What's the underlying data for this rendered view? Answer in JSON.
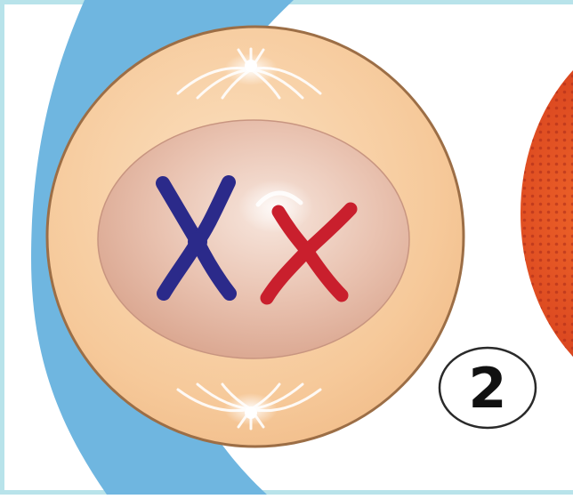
{
  "diagram": {
    "step_number": "2",
    "elements": [
      {
        "name": "cell-membrane",
        "shape": "ellipse"
      },
      {
        "name": "nucleus",
        "shape": "ellipse"
      },
      {
        "name": "chromosome",
        "color": "#2b2a8a"
      },
      {
        "name": "chromosome",
        "color": "#c91f2d"
      },
      {
        "name": "centrosome-top",
        "shape": "aster"
      },
      {
        "name": "centrosome-bottom",
        "shape": "aster"
      },
      {
        "name": "neighbor-cell",
        "color": "#c8361e"
      }
    ],
    "colors": {
      "background": "#ffffff",
      "frame": "#b8e3ea",
      "blue_arc": "#6fb6e0",
      "cytoplasm": "#f6c99a",
      "membrane": "#9c6e46",
      "nucleus": "#e3b5a3",
      "chromosome_blue": "#2b2a8a",
      "chromosome_red": "#c91f2d",
      "neighbor_cell": "#c8361e"
    }
  }
}
